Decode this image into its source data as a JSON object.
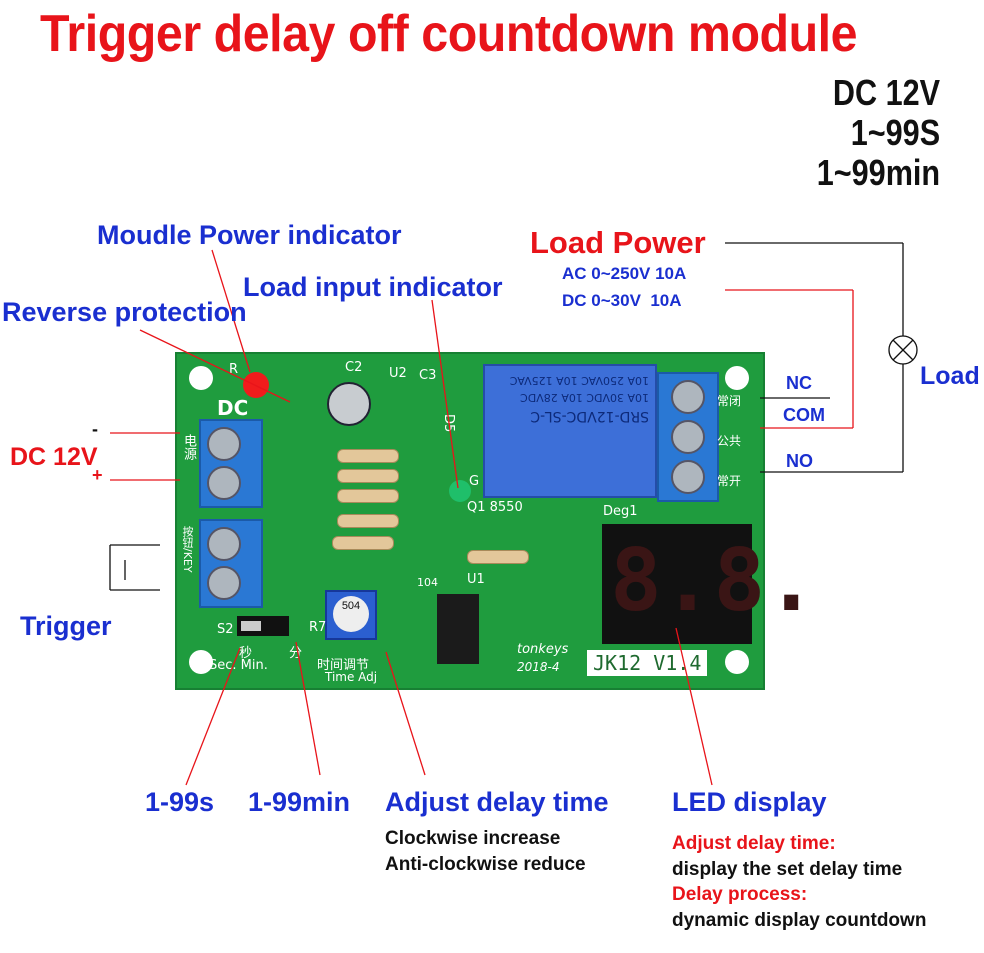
{
  "title": "Trigger delay off countdown module",
  "specs": [
    "DC 12V",
    "1~99S",
    "1~99min"
  ],
  "labels": {
    "power_indicator": "Moudle Power indicator",
    "load_indicator": "Load input indicator",
    "reverse_protection": "Reverse protection",
    "load_power": "Load Power",
    "ac_rating": "AC 0~250V 10A",
    "dc_rating": "DC 0~30V  10A",
    "nc": "NC",
    "com": "COM",
    "no": "NO",
    "load": "Load",
    "dc12v": "DC 12V",
    "minus": "-",
    "plus": "+",
    "trigger": "Trigger",
    "sec_range": "1-99s",
    "min_range": "1-99min",
    "adjust": "Adjust delay time",
    "clockwise": "Clockwise increase",
    "anticlockwise": "Anti-clockwise reduce",
    "led": "LED display",
    "led_adjust_title": "Adjust delay time:",
    "led_adjust_desc": "display the set delay time",
    "led_process_title": "Delay process:",
    "led_process_desc": "dynamic display countdown"
  },
  "pcb": {
    "dc": "DC",
    "s2": "S2",
    "r7": "R7",
    "u1": "U1",
    "u2": "U2",
    "c2": "C2",
    "c3": "C3",
    "d5": "D5",
    "q1": "Q1 8550",
    "deg1": "Deg1",
    "r": "R",
    "g": "G",
    "sec": "秒",
    "min": "分",
    "sec_min": "Sec. Min.",
    "time_adj_cn": "时间调节",
    "time_adj": "Time Adj",
    "brand": "tonkeys",
    "date": "2018-4",
    "version": "JK12 V1.4",
    "pot": "504",
    "cap": "104",
    "power_cn": "电源",
    "key": "按钮/KEY",
    "nc_cn": "常闭",
    "com_cn": "公共",
    "no_cn": "常开",
    "relay_lines": [
      "SRD-12VDC-SL-C",
      "10A 30VDC 10A 28VDC",
      "10A 250VAC 10A 125VAC"
    ],
    "digits": "8.8."
  },
  "colors": {
    "title": "#e8141a",
    "label_blue": "#1a2fd0",
    "pcb": "#1f9c3e",
    "terminal": "#2a78d4"
  }
}
